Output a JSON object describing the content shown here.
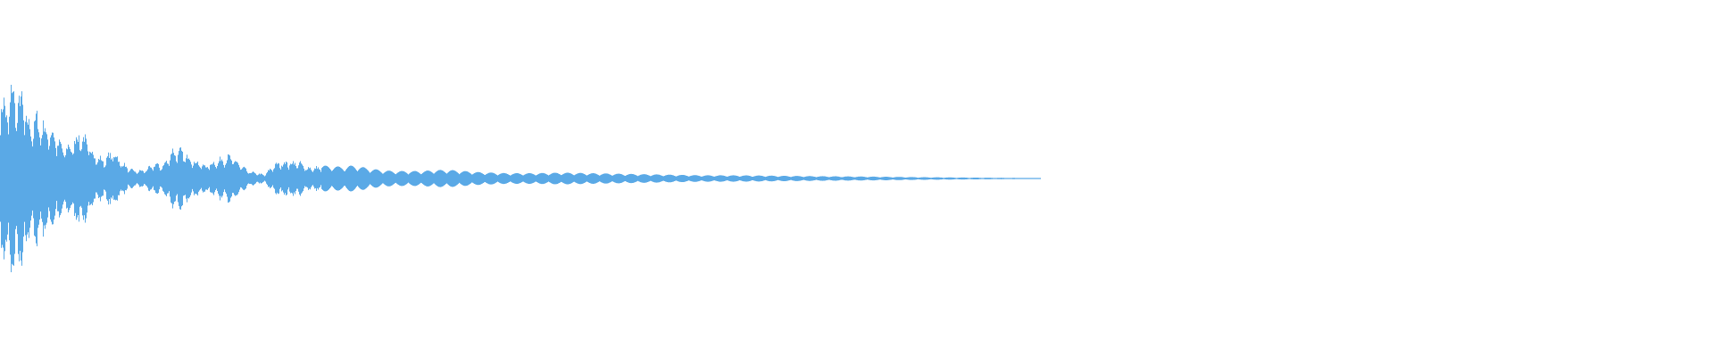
{
  "waveform": {
    "color": "#5aa9e6",
    "background": "#ffffff",
    "duration_fraction_with_signal": 0.74,
    "envelope": [
      [
        0.0,
        0.98
      ],
      [
        0.004,
        0.72
      ],
      [
        0.008,
        1.0
      ],
      [
        0.012,
        0.84
      ],
      [
        0.016,
        0.9
      ],
      [
        0.02,
        0.58
      ],
      [
        0.026,
        0.66
      ],
      [
        0.032,
        0.56
      ],
      [
        0.038,
        0.5
      ],
      [
        0.044,
        0.34
      ],
      [
        0.05,
        0.36
      ],
      [
        0.056,
        0.5
      ],
      [
        0.062,
        0.4
      ],
      [
        0.068,
        0.24
      ],
      [
        0.074,
        0.2
      ],
      [
        0.08,
        0.3
      ],
      [
        0.086,
        0.18
      ],
      [
        0.092,
        0.1
      ],
      [
        0.098,
        0.08
      ],
      [
        0.104,
        0.1
      ],
      [
        0.11,
        0.16
      ],
      [
        0.116,
        0.14
      ],
      [
        0.122,
        0.3
      ],
      [
        0.128,
        0.3
      ],
      [
        0.134,
        0.24
      ],
      [
        0.14,
        0.18
      ],
      [
        0.146,
        0.14
      ],
      [
        0.152,
        0.18
      ],
      [
        0.158,
        0.22
      ],
      [
        0.164,
        0.24
      ],
      [
        0.17,
        0.16
      ],
      [
        0.176,
        0.08
      ],
      [
        0.182,
        0.06
      ],
      [
        0.188,
        0.04
      ],
      [
        0.194,
        0.14
      ],
      [
        0.2,
        0.18
      ],
      [
        0.206,
        0.18
      ],
      [
        0.212,
        0.18
      ],
      [
        0.218,
        0.12
      ],
      [
        0.224,
        0.12
      ],
      [
        0.23,
        0.12
      ],
      [
        0.236,
        0.12
      ],
      [
        0.242,
        0.11
      ],
      [
        0.248,
        0.12
      ],
      [
        0.254,
        0.12
      ],
      [
        0.26,
        0.1
      ],
      [
        0.27,
        0.08
      ],
      [
        0.28,
        0.07
      ],
      [
        0.29,
        0.07
      ],
      [
        0.3,
        0.07
      ],
      [
        0.31,
        0.08
      ],
      [
        0.32,
        0.08
      ],
      [
        0.33,
        0.07
      ],
      [
        0.34,
        0.06
      ],
      [
        0.36,
        0.05
      ],
      [
        0.38,
        0.05
      ],
      [
        0.4,
        0.055
      ],
      [
        0.42,
        0.05
      ],
      [
        0.44,
        0.045
      ],
      [
        0.46,
        0.04
      ],
      [
        0.48,
        0.035
      ],
      [
        0.5,
        0.03
      ],
      [
        0.52,
        0.03
      ],
      [
        0.54,
        0.028
      ],
      [
        0.56,
        0.025
      ],
      [
        0.58,
        0.022
      ],
      [
        0.6,
        0.02
      ],
      [
        0.62,
        0.018
      ],
      [
        0.64,
        0.015
      ],
      [
        0.66,
        0.012
      ],
      [
        0.68,
        0.01
      ],
      [
        0.7,
        0.008
      ],
      [
        0.72,
        0.006
      ],
      [
        0.74,
        0.004
      ]
    ]
  }
}
